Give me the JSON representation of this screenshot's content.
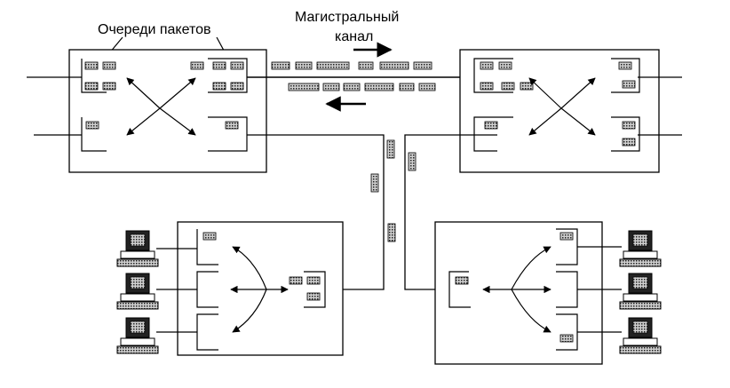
{
  "labels": {
    "queues": "Очереди пакетов",
    "trunk_line1": "Магистральный",
    "trunk_line2": "канал"
  },
  "colors": {
    "ink": "#000000",
    "packet_fill": "#9a9a9a",
    "switch_fill": "#ffffff",
    "background": "#ffffff"
  },
  "icons": [
    "workstation-icon",
    "packet-icon",
    "arrow-icon"
  ]
}
